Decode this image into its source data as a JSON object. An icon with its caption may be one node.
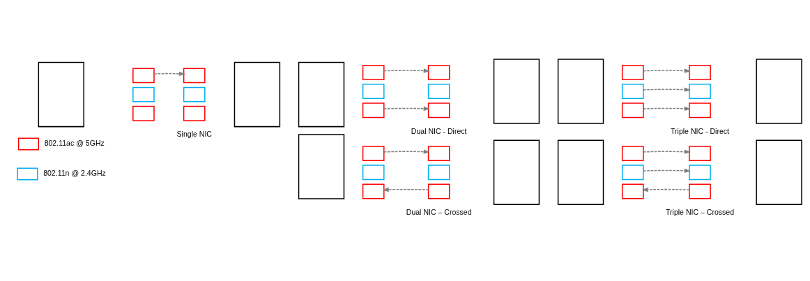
{
  "diagram": {
    "nodes": [
      {
        "text": [],
        "shape": "box"
      },
      {
        "text": [],
        "shape": "box"
      },
      {
        "text": [],
        "shape": "box"
      },
      {
        "text": [],
        "shape": "box"
      },
      {
        "text": [],
        "shape": "box"
      },
      {
        "text": [],
        "shape": "box"
      },
      {
        "text": [],
        "shape": "box"
      },
      {
        "text": [],
        "shape": "box"
      },
      {
        "text": [],
        "shape": "box"
      },
      {
        "text": [],
        "shape": "box"
      },
      {
        "text": [],
        "shape": "box"
      },
      {
        "text": [],
        "shape": "box"
      },
      {
        "text": [],
        "shape": "box"
      },
      {
        "text": [],
        "shape": "box"
      },
      {
        "text": [],
        "shape": "box"
      },
      {
        "text": [],
        "shape": "box"
      },
      {
        "text": [],
        "shape": "box"
      },
      {
        "text": [],
        "shape": "box"
      },
      {
        "text": [],
        "shape": "box"
      },
      {
        "text": [],
        "shape": "box"
      },
      {
        "text": [],
        "shape": "box"
      },
      {
        "text": [],
        "shape": "box"
      },
      {
        "text": [],
        "shape": "box"
      },
      {
        "text": [],
        "shape": "box"
      },
      {
        "text": [],
        "shape": "box"
      },
      {
        "text": [],
        "shape": "box"
      },
      {
        "text": [],
        "shape": "box"
      },
      {
        "text": [],
        "shape": "box"
      },
      {
        "text": [],
        "shape": "box"
      },
      {
        "text": [],
        "shape": "box"
      },
      {
        "text": [],
        "shape": "box"
      },
      {
        "text": [],
        "shape": "box"
      },
      {
        "text": [],
        "shape": "box"
      },
      {
        "text": [],
        "shape": "box"
      },
      {
        "text": [],
        "shape": "box"
      },
      {
        "text": [],
        "shape": "box"
      },
      {
        "text": [],
        "shape": "box"
      },
      {
        "text": [],
        "shape": "box"
      },
      {
        "text": [],
        "shape": "box"
      },
      {
        "text": [],
        "shape": "box"
      }
    ],
    "edges": [
      {
        "from": 1,
        "to": 5,
        "arrow": "to",
        "style": "dashed"
      },
      {
        "from": 9,
        "to": 13,
        "arrow": "to",
        "style": "dashed"
      },
      {
        "from": 11,
        "to": 15,
        "arrow": "to",
        "style": "dashed"
      },
      {
        "from": 17,
        "to": 21,
        "arrow": "to",
        "style": "dashed"
      },
      {
        "from": 18,
        "to": 22,
        "arrow": "to",
        "style": "dashed"
      },
      {
        "from": 19,
        "to": 23,
        "arrow": "to",
        "style": "dashed"
      },
      {
        "from": 25,
        "to": 29,
        "arrow": "to",
        "style": "dashed"
      },
      {
        "from": 31,
        "to": 27,
        "arrow": "to",
        "style": "dashed"
      },
      {
        "from": 33,
        "to": 37,
        "arrow": "to",
        "style": "dashed"
      },
      {
        "from": 34,
        "to": 38,
        "arrow": "to",
        "style": "dashed"
      },
      {
        "from": 39,
        "to": 35,
        "arrow": "to",
        "style": "dashed"
      }
    ],
    "labels": [
      "Single NIC",
      "Dual NIC - Direct",
      "Triple NIC - Direct",
      "Dual NIC – Crossed",
      "Triple NIC – Crossed"
    ],
    "legend": [
      {
        "text": "802.11ac @ 5GHz",
        "color": "#ff0000"
      },
      {
        "text": "802.11n @ 2.4GHz",
        "color": "#00b0f0"
      }
    ]
  }
}
